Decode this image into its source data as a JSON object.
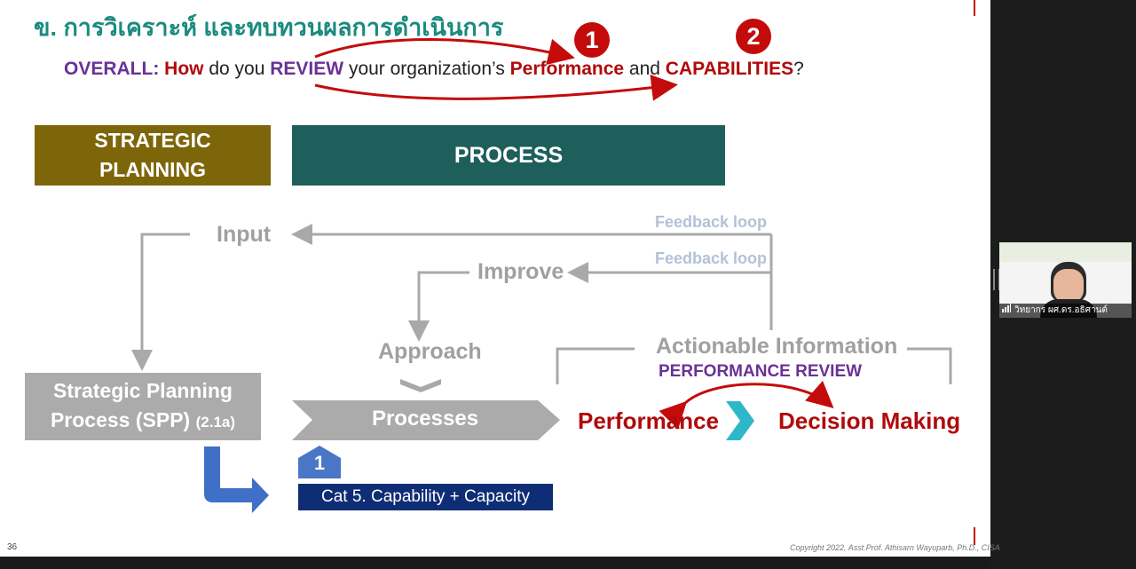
{
  "slide": {
    "title": "ข. การวิเคราะห์ และทบทวนผลการดำเนินการ",
    "question": {
      "overall": "OVERALL:",
      "how": "How",
      "do_you": "do you",
      "review": "REVIEW",
      "your_org": "your organization’s",
      "performance": "Performance",
      "and": "and",
      "capabilities": "CAPABILITIES",
      "qmark": "?"
    },
    "badge_1": "1",
    "badge_2": "2",
    "strategic_planning": "STRATEGIC\nPLANNING",
    "process": "PROCESS",
    "input": "Input",
    "improve": "Improve",
    "feedback_loop_1": "Feedback loop",
    "feedback_loop_2": "Feedback loop",
    "approach": "Approach",
    "spp_line1": "Strategic Planning",
    "spp_line2": "Process (SPP)",
    "spp_ref": "(2.1a)",
    "processes": "Processes",
    "actionable_information": "Actionable Information",
    "performance_review": "PERFORMANCE REVIEW",
    "performance": "Performance",
    "decision_making": "Decision Making",
    "house_number": "1",
    "cat5": "Cat 5. Capability + Capacity",
    "page_number": "36",
    "copyright": "Copyright 2022, Asst.Prof. Athisarn Wayuparb, Ph.D., CISA"
  },
  "colors": {
    "title_teal": "#1a8a7f",
    "strategic_planning_bg": "#7d6609",
    "process_bg": "#1e5f5b",
    "accent_red": "#b00a0a",
    "accent_purple": "#6a3196",
    "chevron_cyan": "#2eb6c9",
    "cat5_bg": "#0f2d75"
  },
  "webcam": {
    "participant_name": "วิทยากร ผศ.ดร.อธิศานต์",
    "signal_icon": "signal-bars-icon"
  }
}
